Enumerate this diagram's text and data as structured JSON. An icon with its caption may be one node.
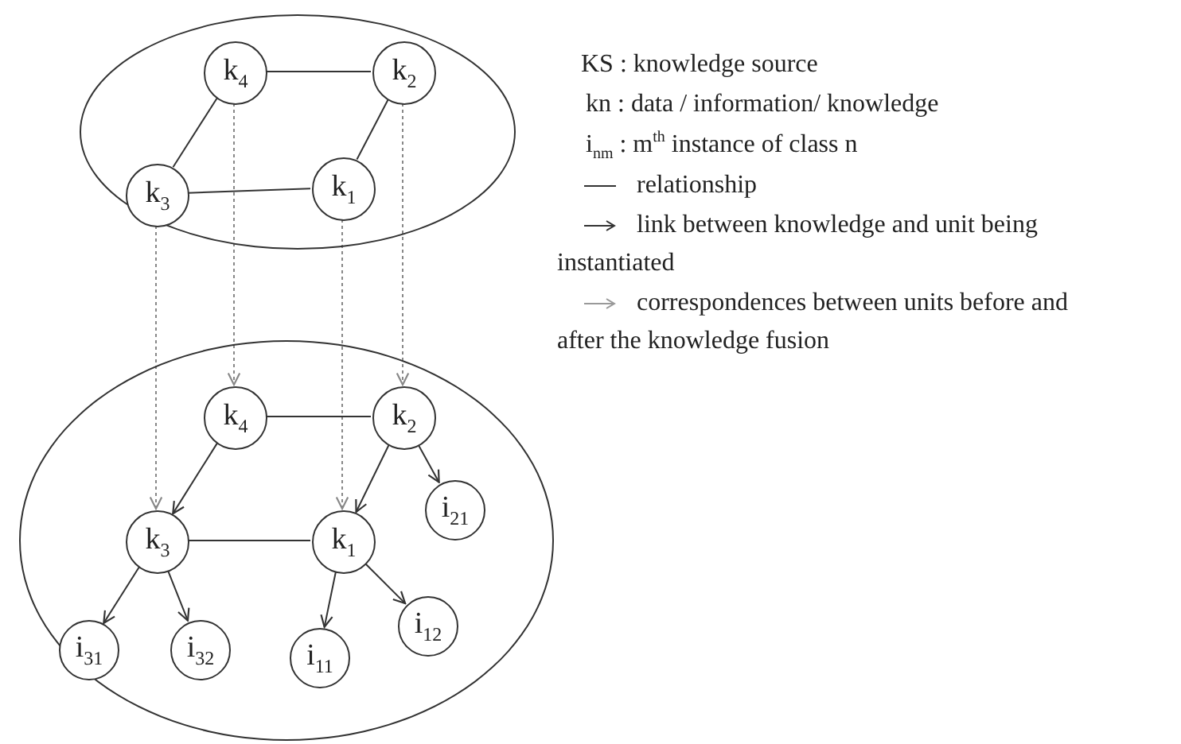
{
  "diagram": {
    "nodes": [
      {
        "text": [],
        "shape": "ellipse"
      },
      {
        "text": [
          "k$_{4}$"
        ],
        "in": 0
      },
      {
        "text": [
          "k$_{2}$"
        ],
        "in": 0
      },
      {
        "text": [
          "k$_{3}$"
        ],
        "in": 0
      },
      {
        "text": [
          "k$_{1}$"
        ],
        "in": 0
      },
      {
        "text": [],
        "shape": "ellipse"
      },
      {
        "text": [
          "k$_{4}$"
        ],
        "in": 5
      },
      {
        "text": [
          "k$_{2}$"
        ],
        "in": 5
      },
      {
        "text": [
          "i$_{21}$"
        ],
        "in": 5
      },
      {
        "text": [
          "k$_{3}$"
        ],
        "in": 5
      },
      {
        "text": [
          "k$_{1}$"
        ],
        "in": 5
      },
      {
        "text": [
          "i$_{31}$"
        ],
        "in": 5
      },
      {
        "text": [
          "i$_{32}$"
        ],
        "in": 5
      },
      {
        "text": [
          "i$_{12}$"
        ],
        "in": 5
      },
      {
        "text": [
          "i$_{11}$"
        ],
        "in": 5
      }
    ],
    "edges": [
      {
        "from": 1,
        "to": 2,
        "arrow": "none"
      },
      {
        "from": 1,
        "to": 3,
        "arrow": "none"
      },
      {
        "from": 2,
        "to": 4,
        "arrow": "none"
      },
      {
        "from": 3,
        "to": 4,
        "arrow": "none"
      },
      {
        "from": 1,
        "to": 6,
        "arrow": "to",
        "style": "dashed",
        "color": "#888888"
      },
      {
        "from": 2,
        "to": 7,
        "arrow": "to",
        "style": "dashed",
        "color": "#888888"
      },
      {
        "from": 3,
        "to": 9,
        "arrow": "to",
        "style": "dashed",
        "color": "#888888"
      },
      {
        "from": 4,
        "to": 10,
        "arrow": "to",
        "style": "dashed",
        "color": "#888888"
      },
      {
        "from": 6,
        "to": 7,
        "arrow": "none"
      },
      {
        "from": 6,
        "to": 9,
        "arrow": "to"
      },
      {
        "from": 7,
        "to": 10,
        "arrow": "to"
      },
      {
        "from": 7,
        "to": 8,
        "arrow": "to"
      },
      {
        "from": 9,
        "to": 10,
        "arrow": "none"
      },
      {
        "from": 9,
        "to": 11,
        "arrow": "to"
      },
      {
        "from": 9,
        "to": 12,
        "arrow": "to"
      },
      {
        "from": 10,
        "to": 14,
        "arrow": "to"
      },
      {
        "from": 10,
        "to": 13,
        "arrow": "to"
      }
    ],
    "labels": [
      "KS : knowledge source",
      "kn  : data /  information/ knowledge",
      "i$_{nm}$ : m$^{th}$ instance of class n"
    ],
    "legend": [
      {
        "text": "relationship"
      },
      {
        "text": "link between knowledge and unit being instantiated"
      },
      {
        "text": "correspondences between units before and after the knowledge fusion"
      }
    ]
  }
}
